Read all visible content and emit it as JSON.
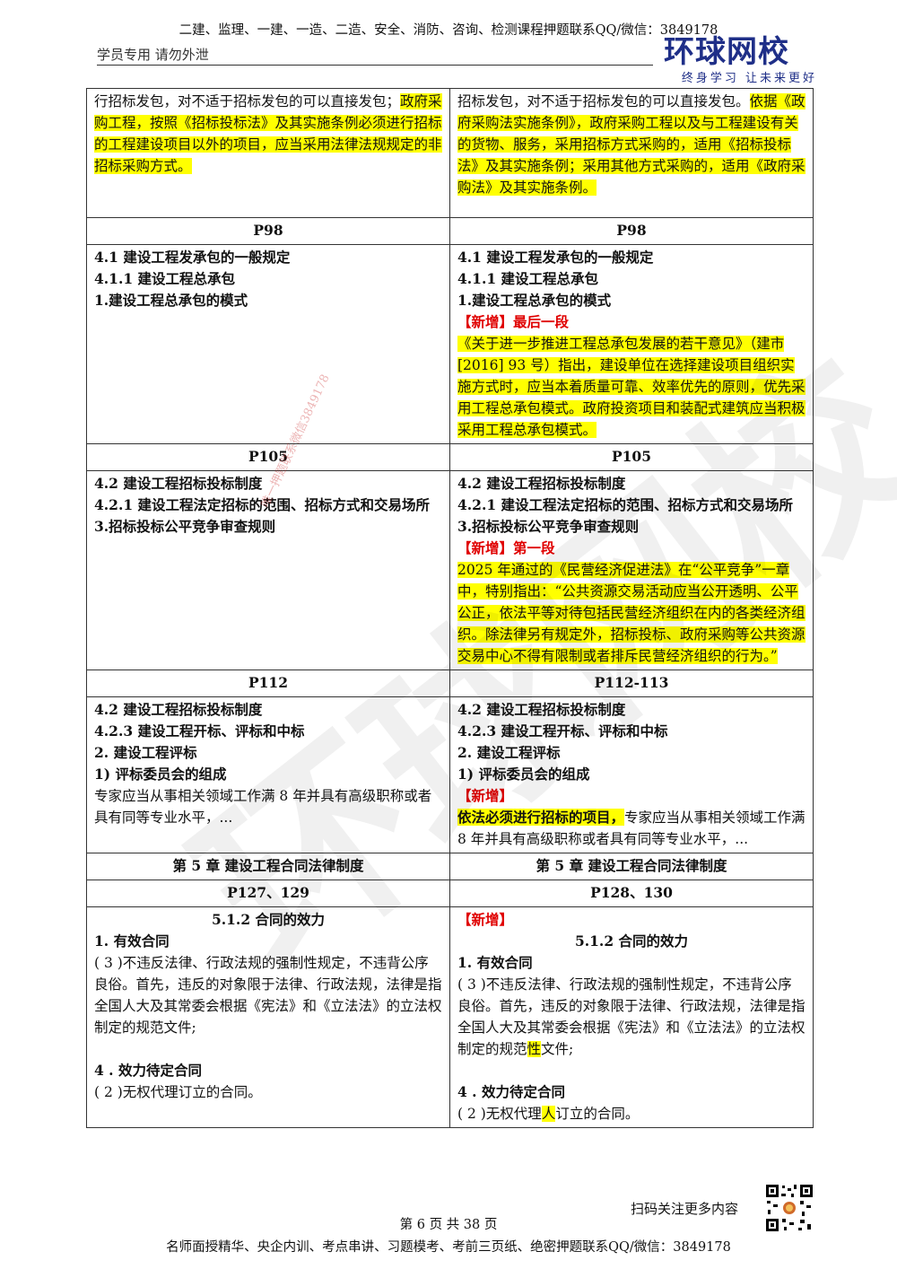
{
  "header": {
    "top_line": "二建、监理、一建、一造、二造、安全、消防、咨询、检测课程押题联系QQ/微信：3849178",
    "sub_line": "学员专用 请勿外泄",
    "logo_main": "环球网校",
    "logo_sub": "终身学习 让未来更好"
  },
  "watermark": {
    "text": "环球网校",
    "small": "唯一押题联系微信3849178"
  },
  "table": {
    "row1": {
      "left_plain": "行招标发包，对不适于招标发包的可以直接发包；",
      "left_hl": "政府采购工程，按照《招标投标法》及其实施条例必须进行招标的工程建设项目以外的项目，应当采用法律法规规定的非招标采购方式。",
      "right_plain": "招标发包，对不适于招标发包的可以直接发包。",
      "right_hl": "依据《政府采购法实施条例》，政府采购工程以及与工程建设有关的货物、服务，采用招标方式采购的，适用《招标投标法》及其实施条例；采用其他方式采购的，适用《政府采购法》及其实施条例。"
    },
    "p98": {
      "left_page": "P98",
      "right_page": "P98",
      "h1": "4.1 建设工程发承包的一般规定",
      "h2": "4.1.1 建设工程总承包",
      "h3": "1.建设工程总承包的模式",
      "new_tag": "【新增】最后一段",
      "new_text": "《关于进一步推进工程总承包发展的若干意见》（建市[2016] 93 号）指出，建设单位在选择建设项目组织实施方式时，应当本着质量可靠、效率优先的原则，优先采用工程总承包模式。政府投资项目和装配式建筑应当积极采用工程总承包模式。"
    },
    "p105": {
      "left_page": "P105",
      "right_page": "P105",
      "h1": "4.2 建设工程招标投标制度",
      "h2": "4.2.1 建设工程法定招标的范围、招标方式和交易场所",
      "h3": "3.招标投标公平竞争审查规则",
      "new_tag": "【新增】第一段",
      "new_text": "2025 年通过的《民营经济促进法》在“公平竞争”一章中，特别指出：“公共资源交易活动应当公开透明、公平公正，依法平等对待包括民营经济组织在内的各类经济组织。除法律另有规定外，招标投标、政府采购等公共资源交易中心不得有限制或者排斥民营经济组织的行为。”"
    },
    "p112": {
      "left_page": "P112",
      "right_page": "P112-113",
      "h1": "4.2 建设工程招标投标制度",
      "h2": "4.2.3 建设工程开标、评标和中标",
      "h3": "2. 建设工程评标",
      "h4": "1) 评标委员会的组成",
      "left_text": "专家应当从事相关领域工作满 8 年并具有高级职称或者具有同等专业水平，...",
      "new_tag": "【新增】",
      "new_bold": "依法必须进行招标的项目，",
      "right_text": "专家应当从事相关领域工作满 8 年并具有高级职称或者具有同等专业水平，..."
    },
    "ch5": {
      "title": "第 5 章 建设工程合同法律制度"
    },
    "p127": {
      "left_page": "P127、129",
      "right_page": "P128、130",
      "new_tag": "【新增】",
      "section": "5.1.2 合同的效力",
      "item1": "1. 有效合同",
      "text1_a": "( 3 )不违反法律、行政法规的强制性规定，不违背公序良俗。首先，违反的对象限于法律、行政法规，法律是指全国人大及其常委会根据《宪法》和《立法法》的立法权制定的规范",
      "text1_hl": "性",
      "text1_b": "文件;",
      "left_text1": "( 3 )不违反法律、行政法规的强制性规定，不违背公序良俗。首先，违反的对象限于法律、行政法规，法律是指全国人大及其常委会根据《宪法》和《立法法》的立法权制定的规范文件;",
      "item4": "4 . 效力待定合同",
      "left_text2": "( 2 )无权代理订立的合同。",
      "text2_a": "( 2 )无权代理",
      "text2_hl": "人",
      "text2_b": "订立的合同。"
    }
  },
  "footer": {
    "scan": "扫码关注更多内容",
    "page": "第 6 页 共 38 页",
    "bottom_line": "名师面授精华、央企内训、考点串讲、习题模考、考前三页纸、绝密押题联系QQ/微信：3849178"
  }
}
